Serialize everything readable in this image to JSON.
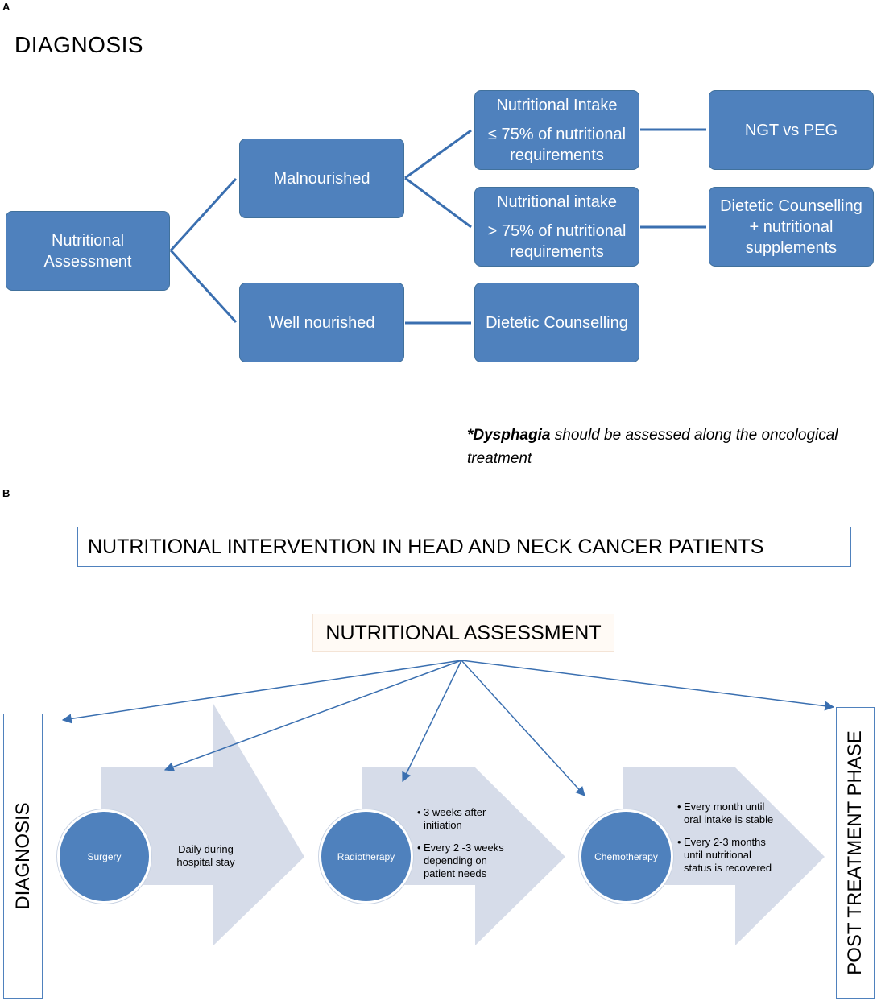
{
  "panel_a": {
    "label": "A",
    "heading": "DIAGNOSIS",
    "nodes": {
      "assessment": [
        "Nutritional",
        "Assessment"
      ],
      "malnourished": "Malnourished",
      "well_nourished": "Well nourished",
      "intake_low": [
        "Nutritional Intake",
        "≤ 75% of nutritional",
        "requirements"
      ],
      "intake_high": [
        "Nutritional intake",
        "> 75% of nutritional",
        "requirements"
      ],
      "dietetic_counselling": "Dietetic Counselling",
      "ngt_peg": "NGT vs PEG",
      "counselling_supplements": [
        "Dietetic Counselling",
        "+ nutritional",
        "supplements"
      ]
    },
    "note": {
      "bold": "*Dysphagia",
      "rest": " should be assessed along the oncological treatment"
    }
  },
  "panel_b": {
    "label": "B",
    "title": "NUTRITIONAL INTERVENTION IN HEAD AND NECK CANCER PATIENTS",
    "assessment": "NUTRITIONAL ASSESSMENT",
    "left_phase": "DIAGNOSIS",
    "right_phase": "POST TREATMENT PHASE",
    "phases": [
      {
        "name": "Surgery",
        "items": [
          "Daily during hospital stay"
        ]
      },
      {
        "name": "Radiotherapy",
        "items": [
          "3 weeks after initiation",
          "Every 2 -3 weeks depending on patient needs"
        ]
      },
      {
        "name": "Chemotherapy",
        "items": [
          "Every month until oral intake is stable",
          "Every 2-3 months until nutritional status is recovered"
        ]
      }
    ],
    "colors": {
      "node_fill": "#4f81bd",
      "arrow_fill": "#d6dce9",
      "line": "#3a6fb0"
    }
  }
}
